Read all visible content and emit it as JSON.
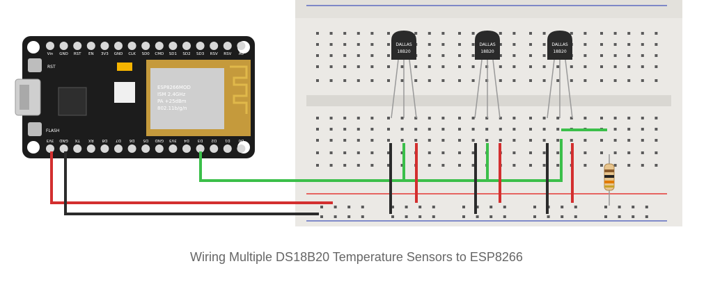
{
  "caption": "Wiring Multiple DS18B20 Temperature Sensors to ESP8266",
  "board": {
    "top_pins": [
      "Vin",
      "GND",
      "RST",
      "EN",
      "3V3",
      "GND",
      "CLK",
      "SD0",
      "CMD",
      "SD1",
      "SD2",
      "SD3",
      "RSV",
      "RSV",
      "A0"
    ],
    "bottom_pins": [
      "3V3",
      "GND",
      "TX",
      "RX",
      "D8",
      "D7",
      "D6",
      "D5",
      "GND",
      "3V3",
      "D4",
      "D3",
      "D2",
      "D1",
      "D0"
    ],
    "rst_label": "RST",
    "flash_label": "FLASH",
    "module_text": [
      "ESP8266MOD",
      "ISM 2.4GHz",
      "PA +25dBm",
      "802.11b/g/n"
    ]
  },
  "sensors": [
    {
      "brand": "DALLAS",
      "model": "18B20"
    },
    {
      "brand": "DALLAS",
      "model": "18B20"
    },
    {
      "brand": "DALLAS",
      "model": "18B20"
    }
  ],
  "colors": {
    "board": "#1c1c1c",
    "breadboard": "#eceae6",
    "rail_red": "#e53935",
    "rail_blue": "#5c6bc0",
    "wire_red": "#d32f2f",
    "wire_black": "#2b2b2b",
    "wire_green": "#3bbf4a"
  }
}
